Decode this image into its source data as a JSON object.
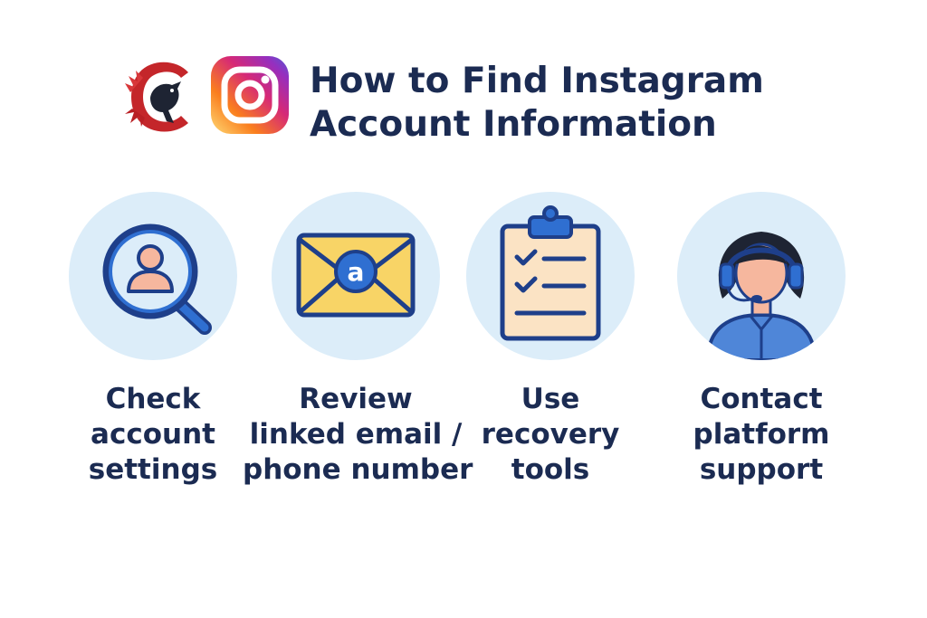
{
  "header": {
    "title_line1": "How to Find Instagram",
    "title_line2": "Account Information"
  },
  "steps": [
    {
      "icon": "magnifier-user-icon",
      "lines": [
        "Check",
        "account",
        "settings"
      ]
    },
    {
      "icon": "envelope-at-icon",
      "lines": [
        "Review",
        "linked email /",
        "phone number"
      ]
    },
    {
      "icon": "clipboard-checklist-icon",
      "lines": [
        "Use",
        "recovery",
        "tools"
      ]
    },
    {
      "icon": "support-agent-icon",
      "lines": [
        "Contact",
        "platform",
        "support"
      ]
    }
  ],
  "colors": {
    "title": "#1b2b52",
    "circle_bg": "#dcedf9",
    "icon_stroke": "#1e3f8a",
    "icon_blue": "#2f6fd1",
    "envelope_yellow": "#f8d466",
    "skin": "#f6b79e"
  }
}
